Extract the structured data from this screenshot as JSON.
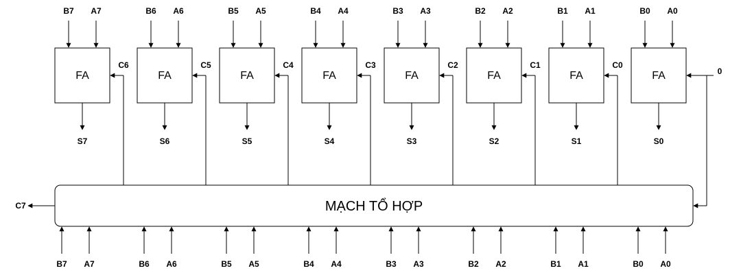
{
  "adders": [
    {
      "b_in": "B7",
      "a_in": "A7",
      "label": "FA",
      "sum": "S7",
      "carry_in": "C6"
    },
    {
      "b_in": "B6",
      "a_in": "A6",
      "label": "FA",
      "sum": "S6",
      "carry_in": "C5"
    },
    {
      "b_in": "B5",
      "a_in": "A5",
      "label": "FA",
      "sum": "S5",
      "carry_in": "C4"
    },
    {
      "b_in": "B4",
      "a_in": "A4",
      "label": "FA",
      "sum": "S4",
      "carry_in": "C3"
    },
    {
      "b_in": "B3",
      "a_in": "A3",
      "label": "FA",
      "sum": "S3",
      "carry_in": "C2"
    },
    {
      "b_in": "B2",
      "a_in": "A2",
      "label": "FA",
      "sum": "S2",
      "carry_in": "C1"
    },
    {
      "b_in": "B1",
      "a_in": "A1",
      "label": "FA",
      "sum": "S1",
      "carry_in": "C0"
    },
    {
      "b_in": "B0",
      "a_in": "A0",
      "label": "FA",
      "sum": "S0",
      "carry_in": ""
    }
  ],
  "carry_in_zero": "0",
  "block": {
    "label": "MẠCH TỔ HỢP",
    "carry_out": "C7"
  },
  "bottom_inputs": [
    {
      "b": "B7",
      "a": "A7"
    },
    {
      "b": "B6",
      "a": "A6"
    },
    {
      "b": "B5",
      "a": "A5"
    },
    {
      "b": "B4",
      "a": "A4"
    },
    {
      "b": "B3",
      "a": "A3"
    },
    {
      "b": "B2",
      "a": "A2"
    },
    {
      "b": "B1",
      "a": "A1"
    },
    {
      "b": "B0",
      "a": "A0"
    }
  ]
}
